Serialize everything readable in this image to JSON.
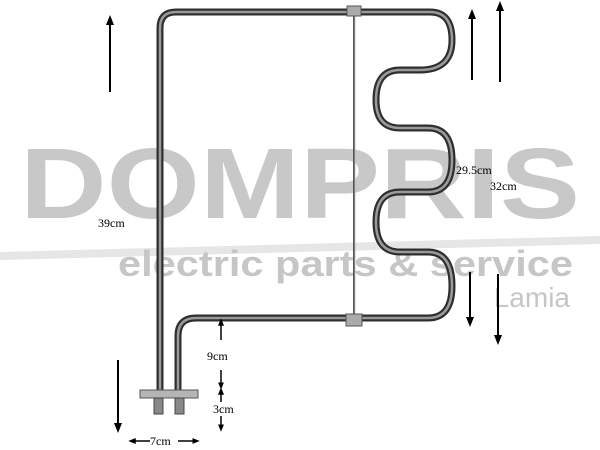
{
  "watermark": {
    "brand": "DOMPRIS",
    "tagline": "electric parts & service",
    "location": "Lamia"
  },
  "dimensions": {
    "height_left": "39cm",
    "inner_height": "29.5cm",
    "outer_height": "32cm",
    "foot_height": "9cm",
    "terminal_height": "3cm",
    "terminal_width": "7cm"
  }
}
